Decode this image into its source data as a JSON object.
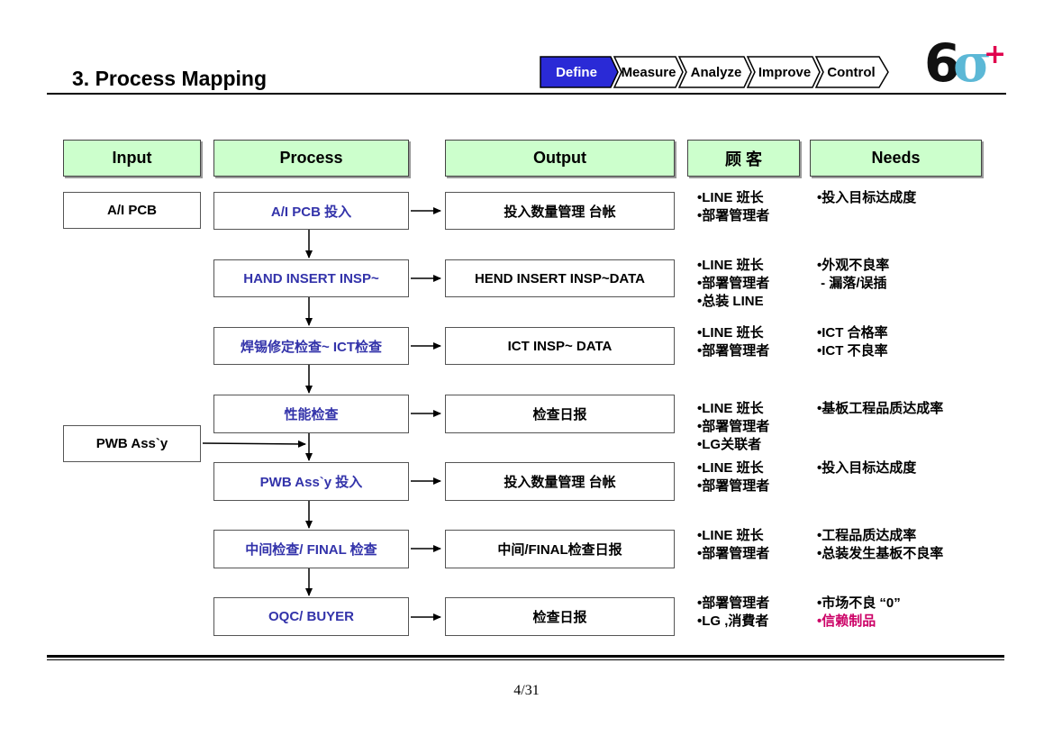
{
  "title": "3. Process Mapping",
  "phases": [
    "Define",
    "Measure",
    "Analyze",
    "Improve",
    "Control"
  ],
  "active_phase": "Define",
  "logo": {
    "six": "6",
    "sigma": "σ",
    "plus": "+"
  },
  "headers": {
    "input": "Input",
    "process": "Process",
    "output": "Output",
    "customer": "顾 客",
    "needs": "Needs"
  },
  "inputs": [
    "A/I PCB",
    "PWB Ass`y"
  ],
  "rows": [
    {
      "process": "A/I PCB 投入",
      "output": "投入数量管理 台帐",
      "customers": [
        "•LINE 班长",
        "•部署管理者"
      ],
      "needs": [
        "•投入目标达成度"
      ]
    },
    {
      "process": "HAND INSERT INSP~",
      "output": "HEND INSERT INSP~DATA",
      "customers": [
        "•LINE 班长",
        "•部署管理者",
        "•总装 LINE"
      ],
      "needs": [
        "•外观不良率",
        " - 漏落/误插"
      ]
    },
    {
      "process": "焊锡修定检查~ ICT检查",
      "output": "ICT INSP~ DATA",
      "customers": [
        "•LINE 班长",
        "•部署管理者"
      ],
      "needs": [
        "•ICT 合格率",
        "•ICT 不良率"
      ]
    },
    {
      "process": "性能检查",
      "output": "检查日报",
      "customers": [
        "•LINE 班长",
        "•部署管理者",
        "•LG关联者"
      ],
      "needs": [
        "•基板工程品质达成率"
      ]
    },
    {
      "process": "PWB Ass`y 投入",
      "output": "投入数量管理 台帐",
      "customers": [
        "•LINE 班长",
        "•部署管理者"
      ],
      "needs": [
        "•投入目标达成度"
      ]
    },
    {
      "process": "中间检查/ FINAL 检查",
      "output": "中间/FINAL检查日报",
      "customers": [
        "•LINE 班长",
        "•部署管理者"
      ],
      "needs": [
        "•工程品质达成率",
        "•总装发生基板不良率"
      ]
    },
    {
      "process": "OQC/ BUYER",
      "output": "检查日报",
      "customers": [
        "•部署管理者",
        "•LG ,消費者"
      ],
      "needs": [
        "•市场不良 “0”",
        "•信赖制品"
      ]
    }
  ],
  "page_number": "4/31",
  "colors": {
    "header_fill": "#ccffcc",
    "process_text": "#3333aa",
    "active_phase": "#2a2ad6",
    "highlight": "#cc0066",
    "logo_sigma": "#5cb8d6",
    "logo_plus": "#e0004d"
  }
}
